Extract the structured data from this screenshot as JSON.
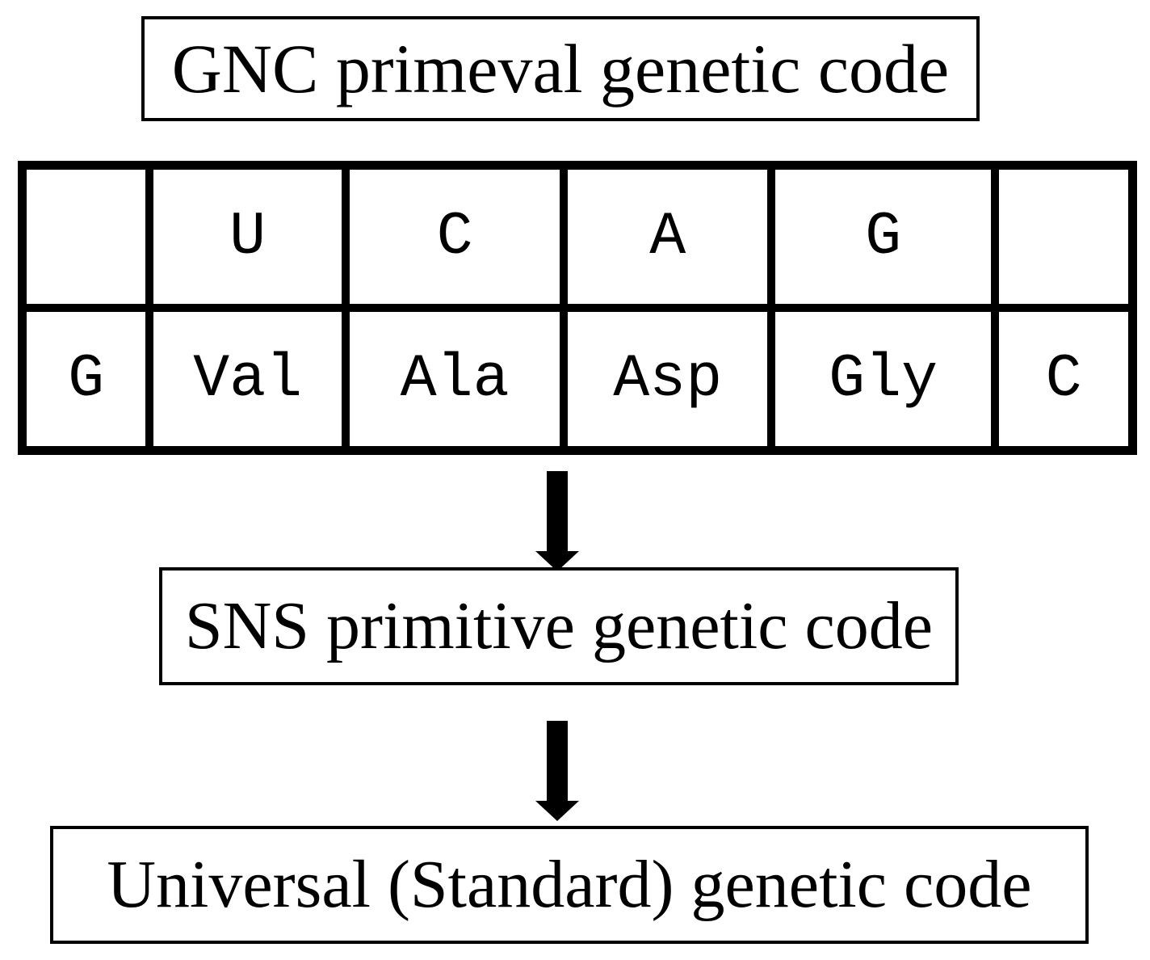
{
  "boxes": {
    "gnc": {
      "label": "GNC primeval genetic code"
    },
    "sns": {
      "label": "SNS primitive genetic code"
    },
    "universal": {
      "label": "Universal (Standard) genetic code"
    }
  },
  "table": {
    "header_row": [
      "",
      "U",
      "C",
      "A",
      "G",
      ""
    ],
    "body_row": [
      "G",
      "Val",
      "Ala",
      "Asp",
      "Gly",
      "C"
    ]
  },
  "icons": {
    "arrow_1": "down-arrow",
    "arrow_2": "down-arrow"
  },
  "colors": {
    "ink": "#000000",
    "paper": "#ffffff"
  }
}
